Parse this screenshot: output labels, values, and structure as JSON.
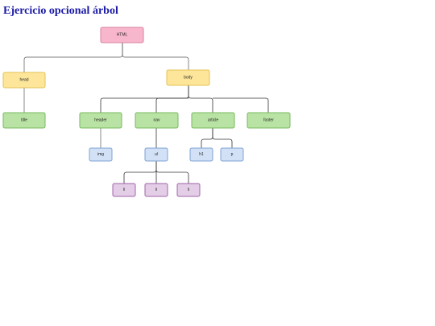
{
  "title": "Ejercicio opcional árbol",
  "colors": {
    "title": "#1a1aa6",
    "pink_fill": "#f8b6cc",
    "pink_stroke": "#d9829e",
    "yellow_fill": "#fde69a",
    "yellow_stroke": "#e3c254",
    "green_fill": "#b9e3a4",
    "green_stroke": "#77b85f",
    "blue_fill": "#d2e1f6",
    "blue_stroke": "#7ea3d4",
    "purple_fill": "#e4cde6",
    "purple_stroke": "#a165a8"
  },
  "nodes": {
    "html": "HTML",
    "head": "head",
    "body": "body",
    "title": "title",
    "header": "header",
    "nav": "nav",
    "article": "article",
    "footer": "footer",
    "img": "img",
    "ul": "ul",
    "h1": "h1",
    "p": "p",
    "li1": "li",
    "li2": "li",
    "li3": "li"
  }
}
